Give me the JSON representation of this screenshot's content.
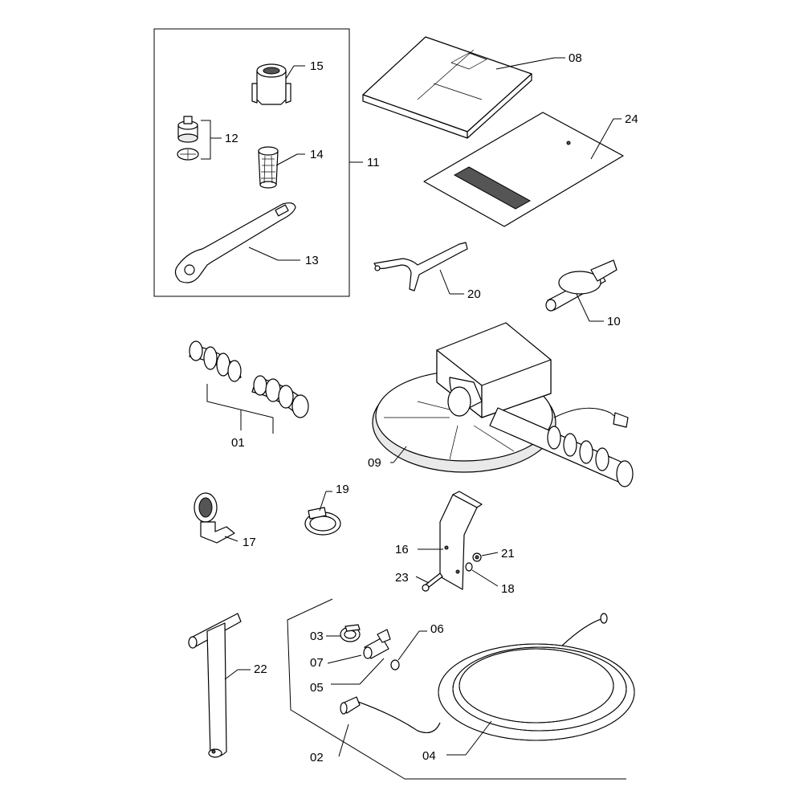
{
  "callouts": {
    "c01": "01",
    "c02": "02",
    "c03": "03",
    "c04": "04",
    "c05": "05",
    "c06": "06",
    "c07": "07",
    "c08": "08",
    "c09": "09",
    "c10": "10",
    "c11": "11",
    "c12": "12",
    "c13": "13",
    "c14": "14",
    "c15": "15",
    "c16": "16",
    "c17": "17",
    "c18": "18",
    "c19": "19",
    "c20": "20",
    "c21": "21",
    "c22": "22",
    "c23": "23",
    "c24": "24"
  },
  "colors": {
    "line": "#000000",
    "background": "#ffffff",
    "fill_light": "#e9e9e9"
  }
}
